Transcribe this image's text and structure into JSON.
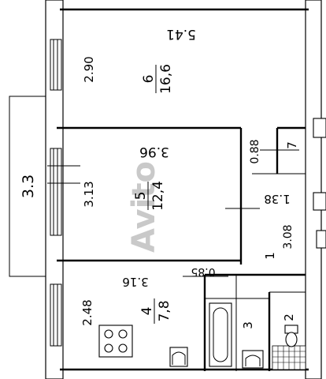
{
  "plan": {
    "rooms": {
      "living": {
        "number": "6",
        "area": "16,6",
        "width": "5.41",
        "depth": "2.90"
      },
      "bedroom": {
        "number": "5",
        "area": "12,4",
        "width": "3.96",
        "depth": "3.13"
      },
      "kitchen": {
        "number": "4",
        "area": "7,8",
        "width": "3.16",
        "depth": "2.48"
      },
      "hall": {
        "number": "1",
        "length": "3.08",
        "width": "1.38"
      },
      "storage": {
        "number": "7",
        "depth": "0.88"
      },
      "bath": {
        "number": "3"
      },
      "wc": {
        "number": "2"
      }
    },
    "balcony_width": "3.3",
    "door_width": "0.85"
  },
  "watermark": "Avito"
}
